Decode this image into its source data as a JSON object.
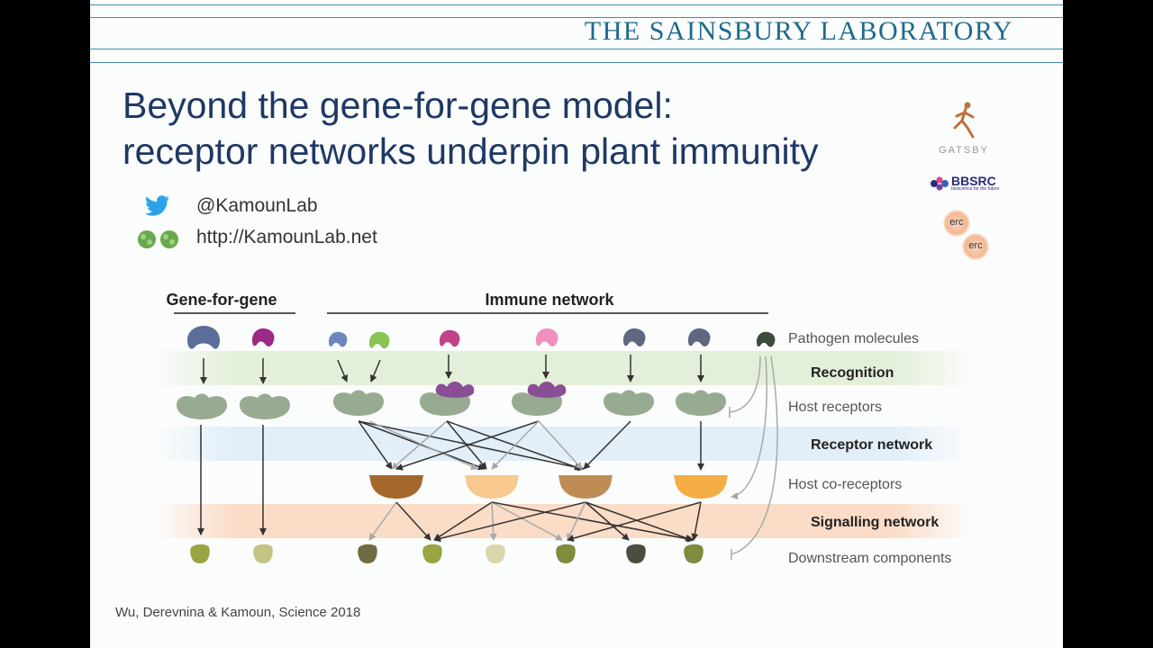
{
  "header": {
    "institution": "THE SAINSBURY LABORATORY"
  },
  "slide": {
    "title_line1": "Beyond the gene-for-gene model:",
    "title_line2": "receptor networks underpin plant immunity",
    "twitter_handle": "@KamounLab",
    "website": "http://KamounLab.net",
    "citation": "Wu, Derevnina & Kamoun, Science 2018"
  },
  "logos": {
    "gatsby": "GATSBY",
    "bbsrc": "BBSRC",
    "bbsrc_tagline": "bioscience for the future",
    "erc1": "erc",
    "erc2": "erc"
  },
  "diagram": {
    "section_left": "Gene-for-gene",
    "section_right": "Immune network",
    "rows": {
      "pathogen": "Pathogen molecules",
      "recognition": "Recognition",
      "receptors": "Host receptors",
      "receptor_network": "Receptor network",
      "coreceptors": "Host co-receptors",
      "signalling_network": "Signalling network",
      "downstream": "Downstream components"
    },
    "colors": {
      "band_recognition": "#e3efd8",
      "band_receptor": "#e2eef8",
      "band_signalling": "#fbdcc6",
      "receptor": "#97ab92",
      "arrow": "#333333",
      "arrow_grey": "#a8a8a8"
    }
  }
}
